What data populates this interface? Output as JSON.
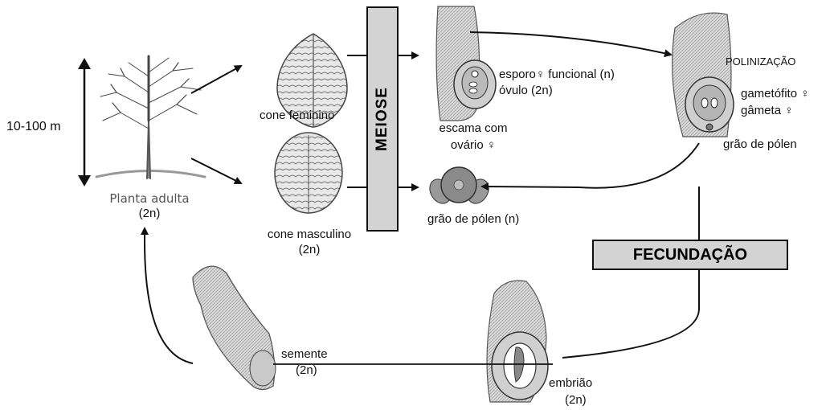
{
  "height_label": "10-100 m",
  "plant": {
    "name": "Planta adulta",
    "ploidy": "(2n)"
  },
  "cone_female": "cone feminino",
  "cone_male": {
    "name": "cone masculino",
    "ploidy": "(2n)"
  },
  "meiose": "MEIOSE",
  "scale": {
    "line1": "escama com",
    "line2": "ovário ♀",
    "spore": "esporo♀ funcional (n)",
    "ovule": "óvulo (2n)"
  },
  "pollen_n": "grão de pólen (n)",
  "pollination": {
    "title": "POLINIZAÇÃO",
    "gametophyte": "gametófito ♀",
    "gamete": "gâmeta ♀",
    "pollen": "grão de pólen"
  },
  "fecundacao": "FECUNDAÇÃO",
  "seed": {
    "name": "semente",
    "ploidy": "(2n)"
  },
  "embryo": {
    "name": "embrião",
    "ploidy": "(2n)"
  }
}
